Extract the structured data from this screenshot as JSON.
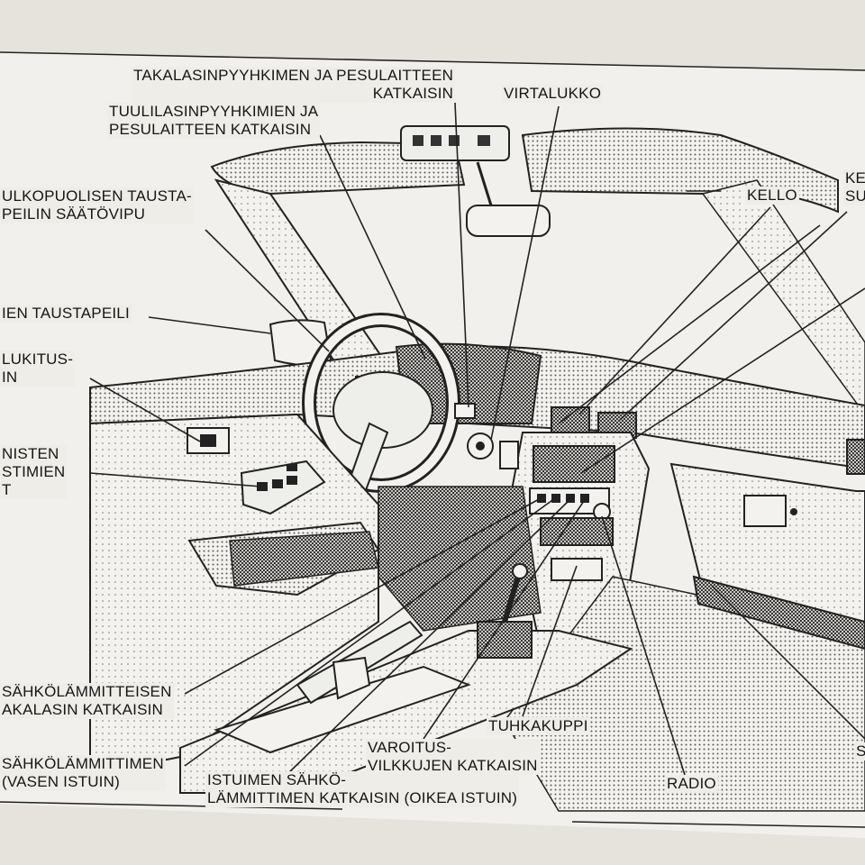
{
  "labels": {
    "rear_wiper": {
      "line1": "TAKALASINPYYHKIMEN JA PESULAITTEEN",
      "line2": "KATKAISIN"
    },
    "ignition": "VIRTALUKKO",
    "front_wiper": {
      "line1": "TUULILASINPYYHKIMIEN JA",
      "line2": "PESULAITTEEN KATKAISIN"
    },
    "mirror_lever": {
      "line1": "ULKOPUOLISEN TAUSTA-",
      "line2": "PEILIN SÄÄTÖVIPU"
    },
    "clock": "KELLO",
    "right_edge": {
      "line1": "KE",
      "line2": "SU"
    },
    "outside_mirror": "IEN TAUSTAPEILI",
    "lock": {
      "line1": "LUKITUS-",
      "line2": "IN"
    },
    "window": {
      "line1": "NISTEN",
      "line2": "STIMIEN",
      "line3": "T"
    },
    "rear_defrost": {
      "line1": "SÄHKÖLÄMMITTEISEN",
      "line2": "AKALASIN KATKAISIN"
    },
    "seat_left": {
      "line1": "SÄHKÖLÄMMITTIMEN",
      "line2": "(VASEN ISTUIN)"
    },
    "seat_right": {
      "line1": "ISTUIMEN SÄHKÖ-",
      "line2": "LÄMMITTIMEN KATKAISIN (OIKEA ISTUIN)"
    },
    "hazard": {
      "line1": "VAROITUS-",
      "line2": "VILKKUJEN KATKAISIN"
    },
    "ashtray": "TUHKAKUPPI",
    "radio": "RADIO",
    "right_bottom": "S"
  }
}
